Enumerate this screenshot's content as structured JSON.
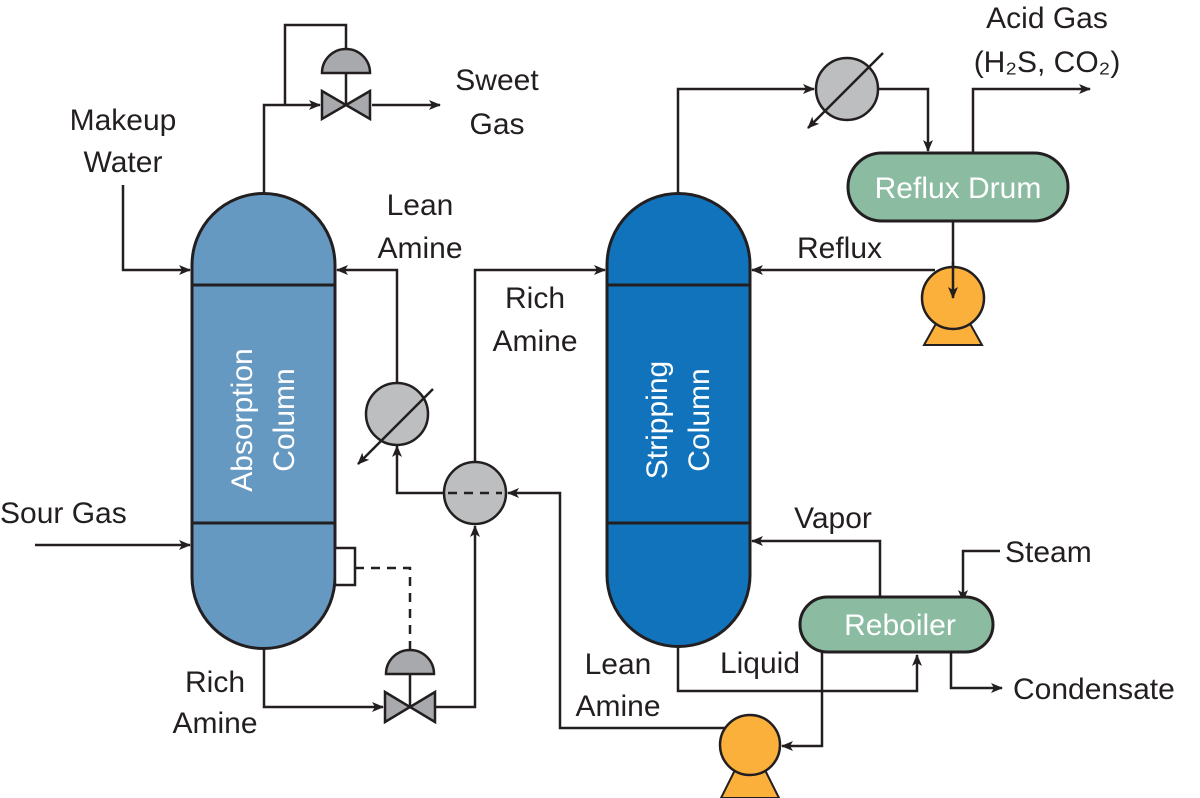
{
  "labels": {
    "makeup_water": [
      "Makeup",
      "Water"
    ],
    "sweet_gas": [
      "Sweet",
      "Gas"
    ],
    "sour_gas": "Sour Gas",
    "lean_amine_top": [
      "Lean",
      "Amine"
    ],
    "rich_amine_top": [
      "Rich",
      "Amine"
    ],
    "rich_amine_bottom": [
      "Rich",
      "Amine"
    ],
    "lean_amine_bottom": [
      "Lean",
      "Amine"
    ],
    "acid_gas": [
      "Acid Gas",
      "(H₂S, CO₂)"
    ],
    "reflux": "Reflux",
    "vapor": "Vapor",
    "steam": "Steam",
    "liquid": "Liquid",
    "condensate": "Condensate"
  },
  "equipment": {
    "absorption_column": [
      "Absorption",
      "Column"
    ],
    "stripping_column": [
      "Stripping",
      "Column"
    ],
    "reflux_drum": "Reflux Drum",
    "reboiler": "Reboiler"
  },
  "colors": {
    "absorption_column": "#6699c2",
    "stripping_column": "#1273bd",
    "drum": "#8bbba1",
    "pump": "#fbb03b",
    "exchanger": "#bcbec0",
    "line": "#231f20"
  }
}
